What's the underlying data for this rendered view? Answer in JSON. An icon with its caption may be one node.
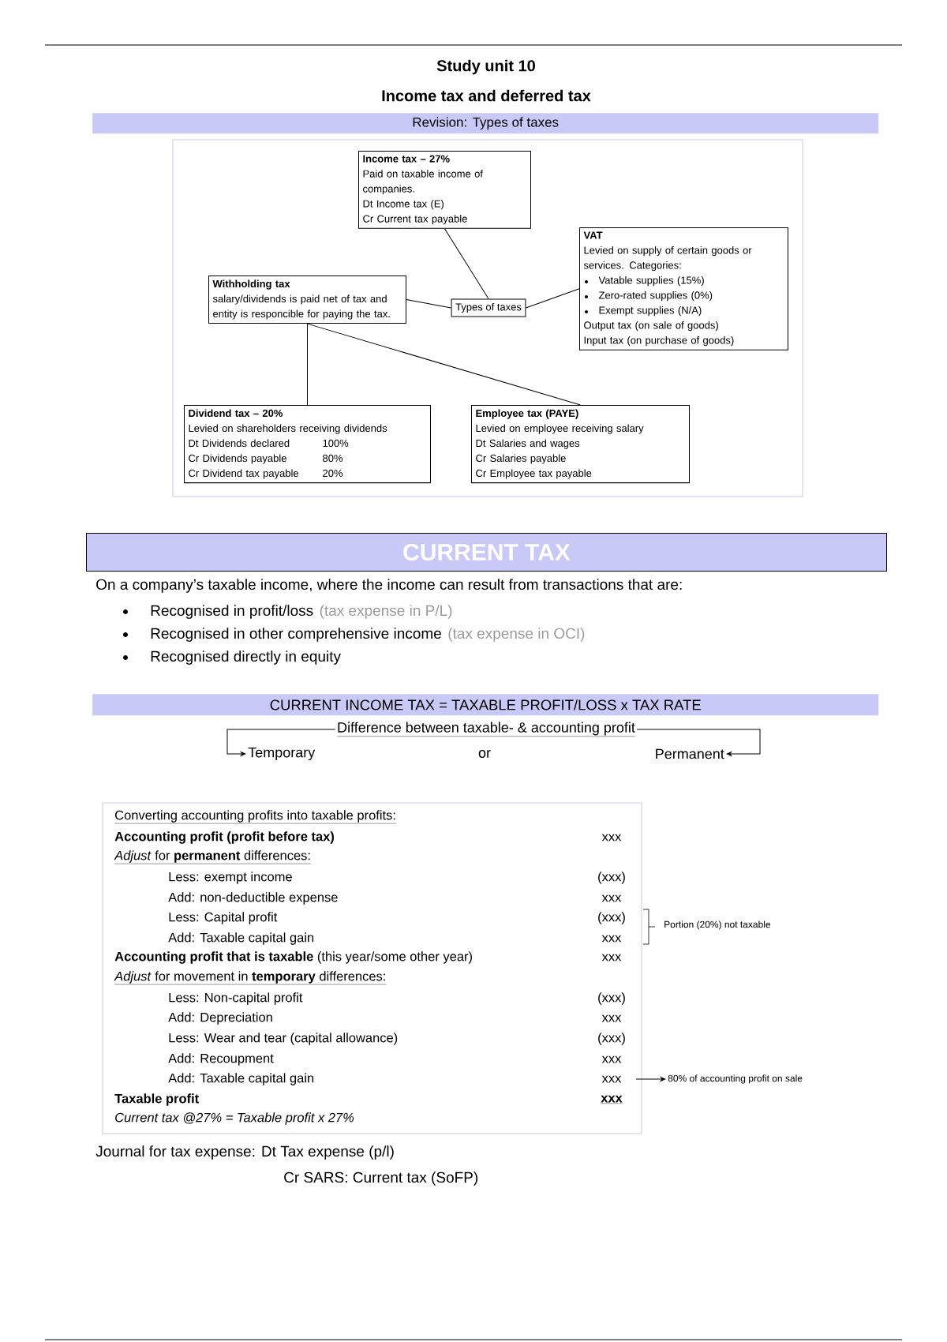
{
  "diagram": {
    "title": "Study unit 10",
    "nodes": [
      {
        "text": [
          "Income tax – 27%",
          "Paid on taxable income of companies.",
          "Dt Income tax (E)",
          "Cr Current tax payable"
        ]
      },
      {
        "text": [
          "Withholding tax",
          "salary/dividends is paid net of tax and entity is responcible for paying the tax."
        ]
      },
      {
        "text": [
          "Types of taxes"
        ]
      },
      {
        "text": [
          "VAT",
          "Levied on supply of certain goods or services. Categories:",
          "Vatable supplies (15%)",
          "Zero-rated supplies (0%)",
          "Exempt supplies (N/A)",
          "Output tax (on sale of goods)",
          "Input tax (on purchase of goods)"
        ]
      },
      {
        "text": [
          "Dividend tax – 20%",
          "Levied on shareholders receiving dividends",
          "Dt Dividends declared",
          "100%",
          "Cr Dividends payable",
          "80%",
          "Cr Dividend tax payable",
          "20%"
        ]
      },
      {
        "text": [
          "Employee tax (PAYE)",
          "Levied on employee receiving salary",
          "Dt Salaries and wages",
          "Cr Salaries payable",
          "Cr Employee tax payable"
        ]
      },
      {
        "text": [
          "Difference between taxable- & accounting profit"
        ]
      },
      {
        "text": [
          "Temporary"
        ]
      },
      {
        "text": [
          "Permanent"
        ]
      },
      {
        "text": [
          "80% of accounting profit on sale"
        ]
      }
    ],
    "edges": [
      {
        "from": 0,
        "to": 2,
        "arrow": "none"
      },
      {
        "from": 1,
        "to": 2,
        "arrow": "none"
      },
      {
        "from": 2,
        "to": 3,
        "arrow": "none"
      },
      {
        "from": 1,
        "to": 4,
        "arrow": "none"
      },
      {
        "from": 1,
        "to": 5,
        "arrow": "none"
      },
      {
        "from": 6,
        "to": 7,
        "arrow": "to"
      },
      {
        "from": 6,
        "to": 8,
        "arrow": "to"
      },
      {
        "from": null,
        "to": 9,
        "arrow": "to"
      }
    ],
    "labels": [
      "Income tax and deferred tax",
      "Revision: Types of taxes",
      "CURRENT TAX",
      "On a company’s taxable income, where the income can result from transactions that are:",
      "Recognised in profit/loss",
      "(tax expense in P/L)",
      "Recognised in other comprehensive income",
      "(tax expense in OCI)",
      "Recognised directly in equity",
      "CURRENT INCOME TAX = TAXABLE PROFIT/LOSS x TAX RATE",
      "or",
      "Converting accounting profits into taxable profits:",
      "Accounting profit (profit before tax)",
      "xxx",
      "*Adjust* for **permanent** differences:",
      "Less: exempt income",
      "(xxx)",
      "Add: non-deductible expense",
      "xxx",
      "Less: Capital profit",
      "(xxx)",
      "Portion (20%) not taxable",
      "Add: Taxable capital gain",
      "xxx",
      "**Accounting profit that is taxable** (this year/some other year)",
      "xxx",
      "*Adjust* for movement in **temporary** differences:",
      "Less: Non-capital profit",
      "(xxx)",
      "Add: Depreciation",
      "xxx",
      "Less: Wear and tear (capital allowance)",
      "(xxx)",
      "Add: Recoupment",
      "xxx",
      "Add: Taxable capital gain",
      "xxx",
      "Taxable profit",
      "xxx",
      "Current tax @27% = Taxable profit x 27%",
      "Journal for tax expense: Dt Tax expense (p/l)",
      "Cr SARS: Current tax (SoFP)"
    ]
  }
}
